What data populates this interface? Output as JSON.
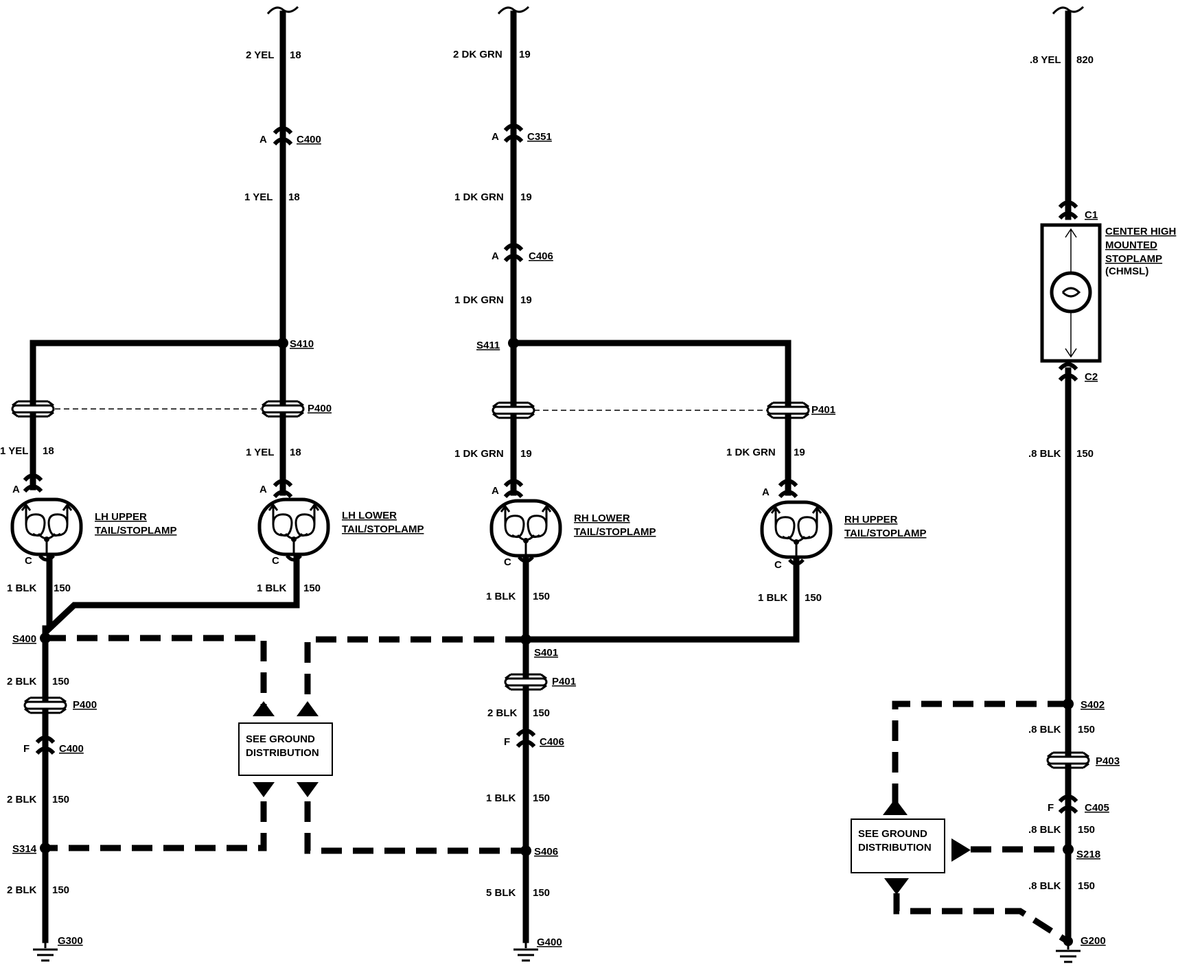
{
  "labels": {
    "w_top_l_color": "2 YEL",
    "w_top_l_num": "18",
    "c400_pin": "A",
    "c400": "C400",
    "w_mid_l_color": "1 YEL",
    "w_mid_l_num": "18",
    "s410": "S410",
    "w_top_m_color": "2 DK GRN",
    "w_top_m_num": "19",
    "c351_pin": "A",
    "c351": "C351",
    "w_mid_m1_color": "1 DK GRN",
    "w_mid_m1_num": "19",
    "c406a_pin": "A",
    "c406a": "C406",
    "w_mid_m2_color": "1 DK GRN",
    "w_mid_m2_num": "19",
    "s411": "S411",
    "w_top_r_color": ".8 YEL",
    "w_top_r_num": "820",
    "c1": "C1",
    "c2": "C2",
    "chmsl_1": "CENTER HIGH",
    "chmsl_2": "MOUNTED",
    "chmsl_3": "STOPLAMP",
    "chmsl_4": "(CHMSL)",
    "p400a": "P400",
    "p401a": "P401",
    "w_lhu_color": "1 YEL",
    "w_lhu_num": "18",
    "w_lhl_color": "1 YEL",
    "w_lhl_num": "18",
    "w_rhl_color": "1 DK GRN",
    "w_rhl_num": "19",
    "w_rhu_color": "1 DK GRN",
    "w_rhu_num": "19",
    "pin_a1": "A",
    "pin_a2": "A",
    "pin_a3": "A",
    "pin_a4": "A",
    "pin_c1": "C",
    "pin_c2": "C",
    "pin_c3": "C",
    "pin_c4": "C",
    "lhu_1": "LH UPPER",
    "lhu_2": "TAIL/STOPLAMP",
    "lhl_1": "LH LOWER",
    "lhl_2": "TAIL/STOPLAMP",
    "rhl_1": "RH LOWER",
    "rhl_2": "TAIL/STOPLAMP",
    "rhu_1": "RH UPPER",
    "rhu_2": "TAIL/STOPLAMP",
    "w_lhu_gnd_color": "1 BLK",
    "w_lhu_gnd_num": "150",
    "w_lhl_gnd_color": "1 BLK",
    "w_lhl_gnd_num": "150",
    "w_rhl_gnd_color": "1 BLK",
    "w_rhl_gnd_num": "150",
    "w_rhu_gnd_color": "1 BLK",
    "w_rhu_gnd_num": "150",
    "w_chmsl_gnd_color": ".8 BLK",
    "w_chmsl_gnd_num": "150",
    "s400": "S400",
    "s401": "S401",
    "w_l1_color": "2 BLK",
    "w_l1_num": "150",
    "p400b": "P400",
    "c400f_pin": "F",
    "c400f": "C400",
    "w_l2_color": "2 BLK",
    "w_l2_num": "150",
    "s314": "S314",
    "w_l3_color": "2 BLK",
    "w_l3_num": "150",
    "g300": "G300",
    "gd1_1": "SEE GROUND",
    "gd1_2": "DISTRIBUTION",
    "p401b": "P401",
    "w_m1_color": "2 BLK",
    "w_m1_num": "150",
    "c406f_pin": "F",
    "c406f": "C406",
    "w_m2_color": "1 BLK",
    "w_m2_num": "150",
    "s406": "S406",
    "w_m3_color": "5 BLK",
    "w_m3_num": "150",
    "g400": "G400",
    "s402": "S402",
    "w_r1_color": ".8 BLK",
    "w_r1_num": "150",
    "p403": "P403",
    "c405_pin": "F",
    "c405": "C405",
    "w_r2_color": ".8 BLK",
    "w_r2_num": "150",
    "s218": "S218",
    "w_r3_color": ".8 BLK",
    "w_r3_num": "150",
    "g200": "G200",
    "gd2_1": "SEE GROUND",
    "gd2_2": "DISTRIBUTION"
  }
}
